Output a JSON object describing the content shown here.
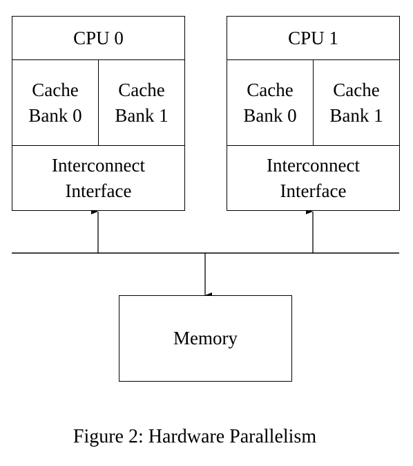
{
  "cpus": [
    {
      "title": "CPU 0",
      "banks": [
        "Cache\nBank 0",
        "Cache\nBank 1"
      ],
      "interface": "Interconnect\nInterface"
    },
    {
      "title": "CPU 1",
      "banks": [
        "Cache\nBank 0",
        "Cache\nBank 1"
      ],
      "interface": "Interconnect\nInterface"
    }
  ],
  "memory": {
    "label": "Memory"
  },
  "caption": "Figure 2: Hardware Parallelism"
}
